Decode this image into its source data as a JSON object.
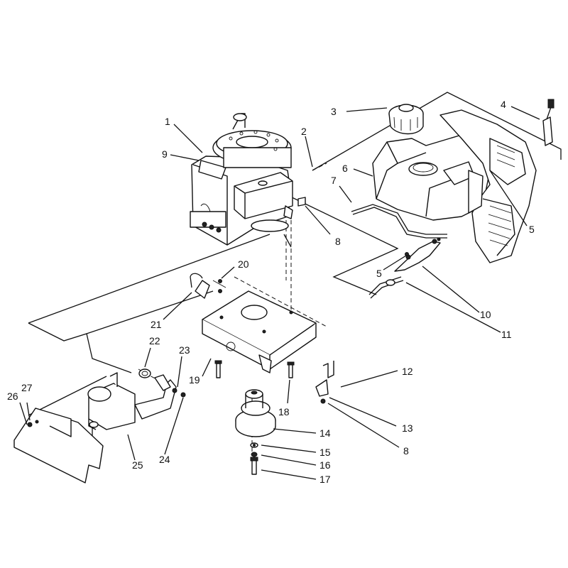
{
  "callouts": [
    "1",
    "2",
    "3",
    "4",
    "5",
    "5",
    "6",
    "7",
    "8",
    "8",
    "9",
    "10",
    "11",
    "12",
    "13",
    "14",
    "15",
    "16",
    "17",
    "18",
    "19",
    "20",
    "21",
    "22",
    "23",
    "24",
    "25",
    "26",
    "27"
  ]
}
